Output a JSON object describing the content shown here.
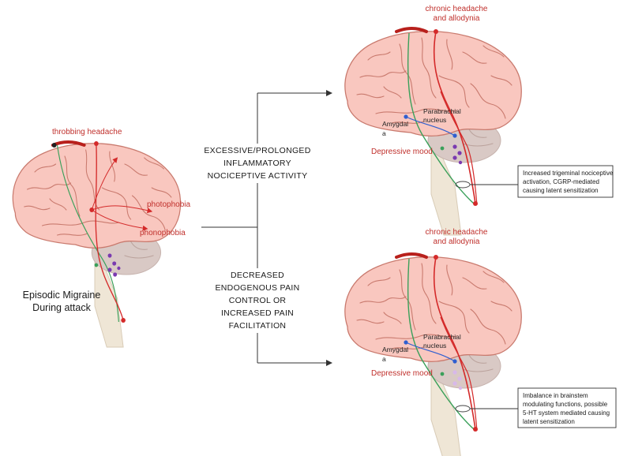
{
  "colors": {
    "brain_fill": "#f9c7bf",
    "brain_stroke": "#c97a6e",
    "stem_fill": "#efe6d6",
    "cerebellum_fill": "#d9c9c5",
    "red_path": "#d42a2a",
    "green_path": "#3aa05a",
    "blue_path": "#2f5fd0",
    "purple_nuclei": "#7a3ab0",
    "label_red": "#c0302c",
    "arrow": "#333333"
  },
  "left_brain": {
    "labels": {
      "throbbing": "throbbing headache",
      "photophobia": "photophobia",
      "phonophobia": "phonophobia"
    },
    "caption_line1": "Episodic Migraine",
    "caption_line2": "During attack"
  },
  "center": {
    "upper": [
      "EXCESSIVE/PROLONGED",
      "INFLAMMATORY",
      "NOCICEPTIVE ACTIVITY"
    ],
    "lower": [
      "DECREASED",
      "ENDOGENOUS PAIN",
      "CONTROL OR",
      "INCREASED PAIN",
      "FACILITATION"
    ]
  },
  "top_brain": {
    "title_line1": "chronic headache",
    "title_line2": "and  allodynia",
    "parabrachial_line1": "Parabrachial",
    "parabrachial_line2": "nucleus",
    "amygdala_line1": "Amygdal",
    "amygdala_line2": "a",
    "mood": "Depressive mood",
    "box": [
      "Increased trigeminal nociceptive",
      "activation, CGRP-mediated",
      "causing latent sensitization"
    ]
  },
  "bottom_brain": {
    "title_line1": "chronic headache",
    "title_line2": "and  allodynia",
    "parabrachial_line1": "Parabrachial",
    "parabrachial_line2": "nucleus",
    "amygdala_line1": "Amygdal",
    "amygdala_line2": "a",
    "mood": "Depressive mood",
    "box": [
      "Imbalance in brainstem",
      "modulating functions, possible",
      "5-HT system mediated causing",
      "latent sensitization"
    ]
  }
}
